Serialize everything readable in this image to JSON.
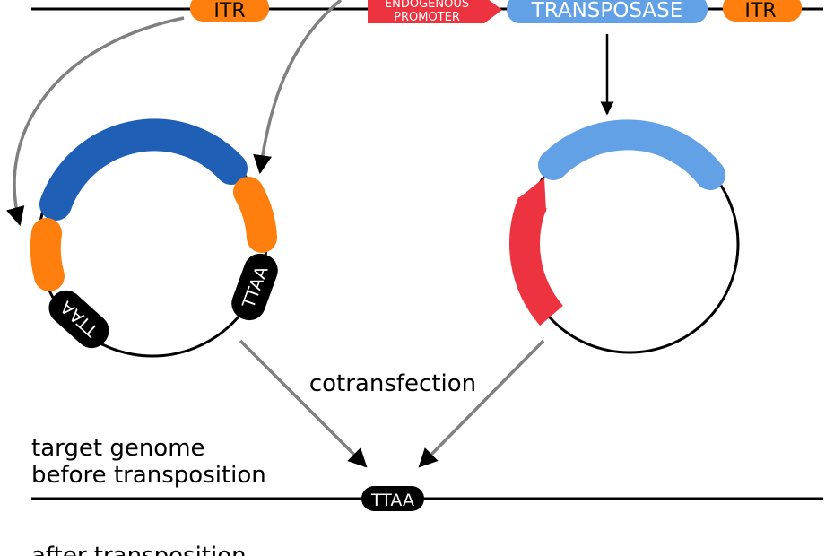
{
  "top_construct": {
    "itr_left_label": "ITR",
    "promoter_line1": "ENDOGENOUS",
    "promoter_line2": "PROMOTER",
    "transposase_label": "TRANSPOSASE",
    "itr_right_label": "ITR"
  },
  "donor_plasmid": {
    "ttaa_right_label": "TTAA",
    "ttaa_left_label": "TTAA"
  },
  "step_label": "cotransfection",
  "target_genome": {
    "label_line1": "target genome",
    "label_line2": "before transposition",
    "site_label": "TTAA"
  },
  "after_label": "after transposition",
  "colors": {
    "itr": "#ff7f0e",
    "promoter": "#ee3340",
    "transposase_light": "#63a1e6",
    "donor_blue": "#1f5fb5",
    "arrow_gray": "#808080",
    "black": "#000000"
  }
}
